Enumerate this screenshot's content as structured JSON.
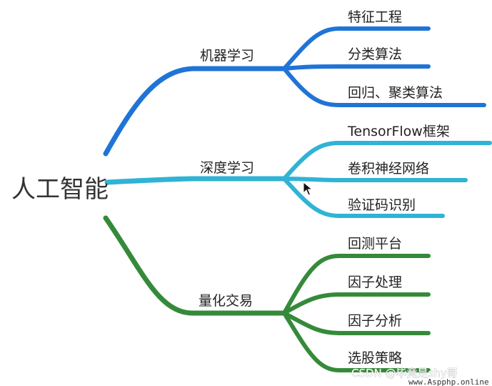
{
  "root": {
    "label": "人工智能"
  },
  "branches": [
    {
      "label": "机器学习",
      "color": "#1f74d6",
      "children": [
        "特征工程",
        "分类算法",
        "回归、聚类算法"
      ]
    },
    {
      "label": "深度学习",
      "color": "#30b3d5",
      "children": [
        "TensorFlow框架",
        "卷积神经网络",
        "验证码识别"
      ]
    },
    {
      "label": "量化交易",
      "color": "#358a3a",
      "children": [
        "回测平台",
        "因子处理",
        "因子分析",
        "选股策略"
      ]
    }
  ],
  "watermark": {
    "text": "CSDN @毕竟是shy哥",
    "site": "www.Aspphp.online"
  },
  "cursor": {
    "icon": "arrow-cursor-icon"
  }
}
